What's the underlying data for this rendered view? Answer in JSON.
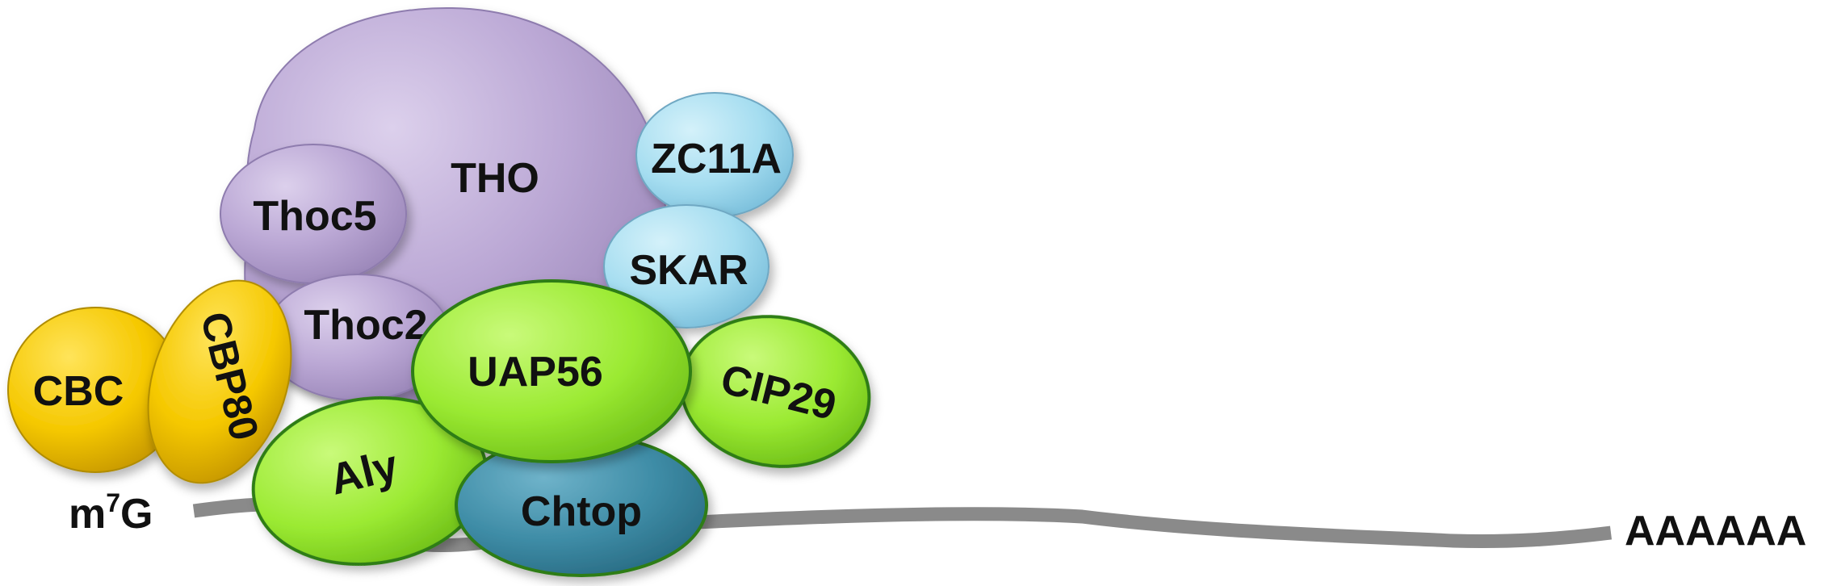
{
  "proteins": {
    "tho": "THO",
    "thoc5": "Thoc5",
    "thoc2": "Thoc2",
    "zc11a": "ZC11A",
    "skar": "SKAR",
    "cbc": "CBC",
    "cbp80": "CBP80",
    "uap56": "UAP56",
    "cip29": "CIP29",
    "aly": "Aly",
    "chtop": "Chtop"
  },
  "mrna": {
    "cap_prefix": "m",
    "cap_superscript": "7",
    "cap_suffix": "G",
    "poly_a": "AAAAAA"
  },
  "colors": {
    "tho_complex": "#BBA8D5",
    "tho_outline": "#8E7BAE",
    "cbc": "#F5C800",
    "cbc_outline": "#B08C00",
    "trex_green": "#9BEA32",
    "trex_outline": "#2E7D12",
    "accessory_blue": "#A5DDF0",
    "accessory_outline": "#6FA8C3",
    "chtop": "#3E8CA6",
    "chtop_outline": "#2E7D12",
    "mrna_line": "#8A8A8A"
  }
}
